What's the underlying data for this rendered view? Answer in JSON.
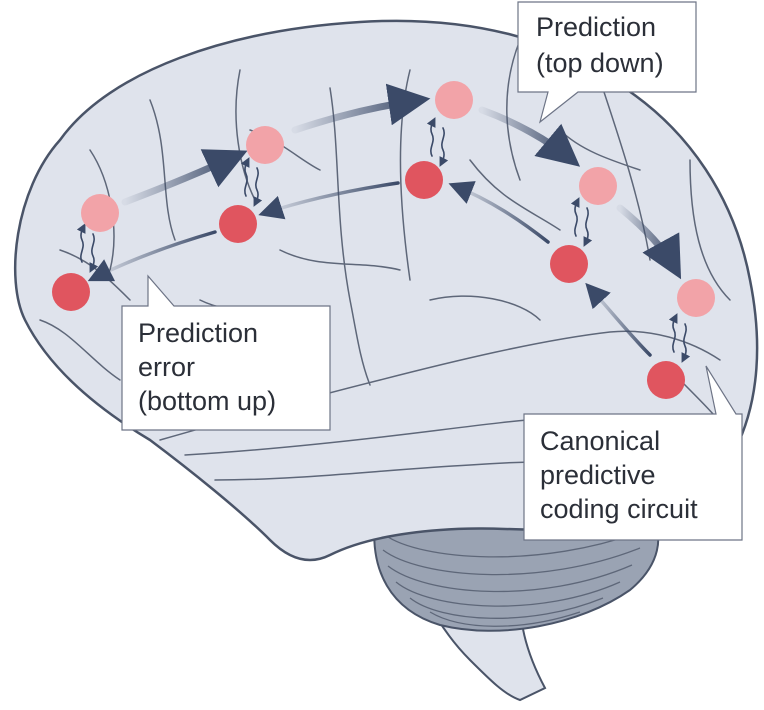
{
  "labels": {
    "prediction": {
      "line1": "Prediction",
      "line2": "(top down)"
    },
    "error": {
      "line1": "Prediction",
      "line2": "error",
      "line3": "(bottom up)"
    },
    "circuit": {
      "line1": "Canonical",
      "line2": "predictive",
      "line3": "coding circuit"
    }
  },
  "colors": {
    "brain_fill": "#dfe3ec",
    "brain_outline": "#4a5468",
    "cerebellum_fill": "#9aa3b3",
    "prediction_node": "#f2a3a8",
    "error_node": "#e0555f",
    "arrow": "#3b4a68"
  },
  "node_roles": {
    "prediction": "prediction-unit",
    "error": "error-unit"
  }
}
